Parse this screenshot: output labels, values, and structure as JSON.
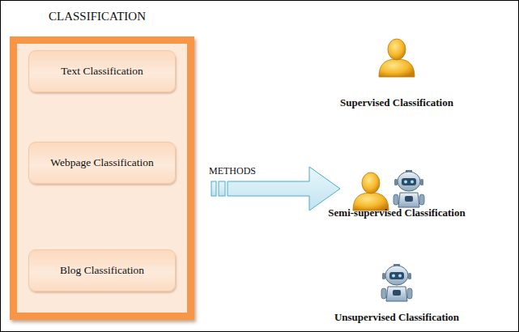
{
  "diagram": {
    "nodes": [
      {
        "text": [
          "CLASSIFICATION"
        ]
      },
      {
        "text": [
          "Text Classification"
        ],
        "in": 0
      },
      {
        "text": [
          "Webpage Classification"
        ],
        "in": 0
      },
      {
        "text": [
          "Blog Classification"
        ],
        "in": 0
      }
    ],
    "edges": [
      {
        "from": 1,
        "to": 2,
        "arrow": "to"
      },
      {
        "from": 2,
        "to": 3,
        "arrow": "to"
      }
    ],
    "labels": [
      "METHODS",
      "Supervised Classification",
      "Semi-supervised Classification",
      "Unsupervised Classification"
    ]
  }
}
